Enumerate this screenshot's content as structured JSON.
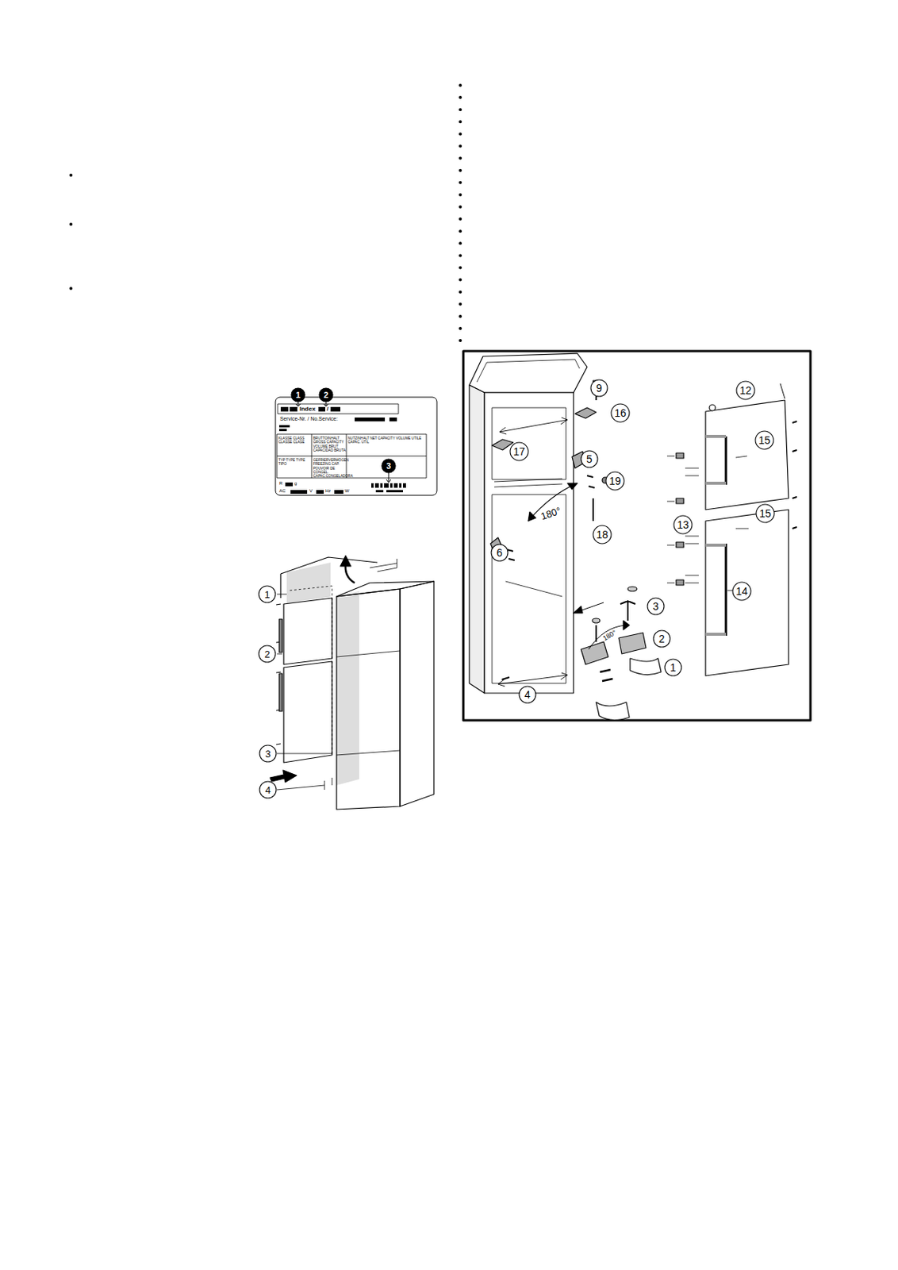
{
  "diagram": {
    "labels": [
      "1",
      "2",
      "Index",
      "/",
      "Service-Nr. / No.Service:",
      "KLASSE CLASS CLASSE CLASE",
      "BRUTTOINHALT GROSS CAPACITY VOLUME BRUT CAPACIDAD BRUTA",
      "NUTZINHALT NET CAPACITY VOLUME UTILE CAPAC. UTIL",
      "TYP TYPE TYPE TIPO",
      "GEFRIERVERMÖGEN FREEZING CAP. POUVOIR DE CONGEL. CAPAC.CONGELADORA",
      "3",
      "R",
      "g",
      "AC",
      "V",
      "Hz",
      "W",
      "1",
      "2",
      "3",
      "4",
      "9",
      "16",
      "17",
      "5",
      "19",
      "180°",
      "18",
      "6",
      "12",
      "15",
      "15",
      "13",
      "14",
      "3",
      "180°",
      "2",
      "1",
      "4"
    ]
  }
}
